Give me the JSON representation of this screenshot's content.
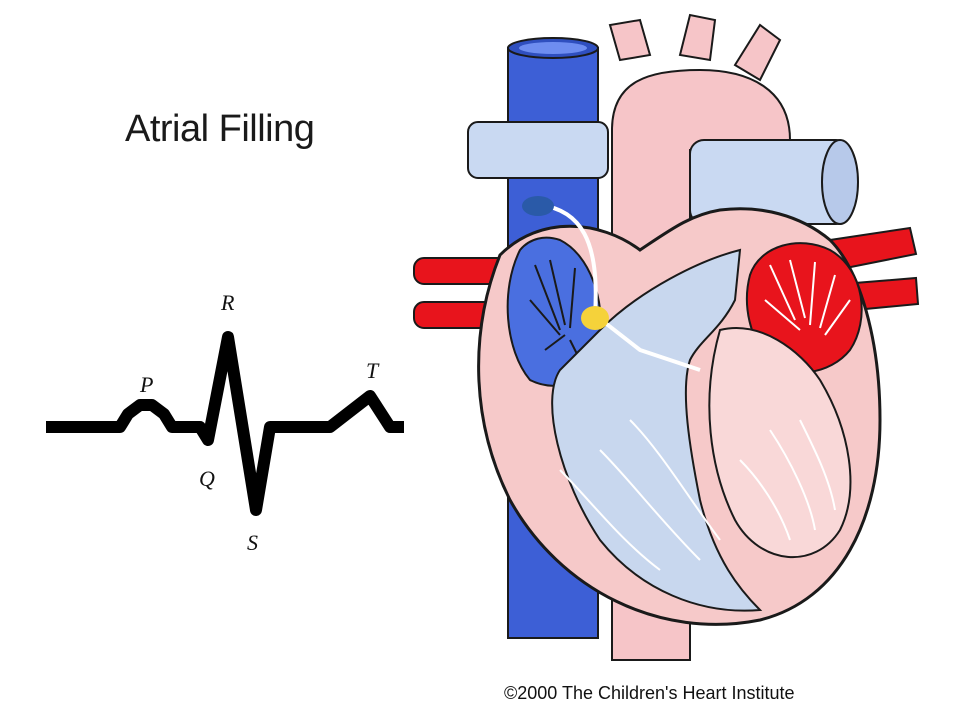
{
  "title": "Atrial Filling",
  "ecg": {
    "labels": {
      "p": "P",
      "q": "Q",
      "r": "R",
      "s": "S",
      "t": "T"
    }
  },
  "copyright": "©2000 The Children's Heart Institute",
  "colors": {
    "deoxygenated_vessel": "#4a6fe0",
    "oxygenated_vessel": "#e8141c",
    "heart_tissue": "#f6c9c9",
    "ventricle_chamber": "#c8d7ee",
    "sa_node": "#2a5aa8",
    "av_node": "#f5d23a",
    "ecg_trace": "#000000"
  }
}
